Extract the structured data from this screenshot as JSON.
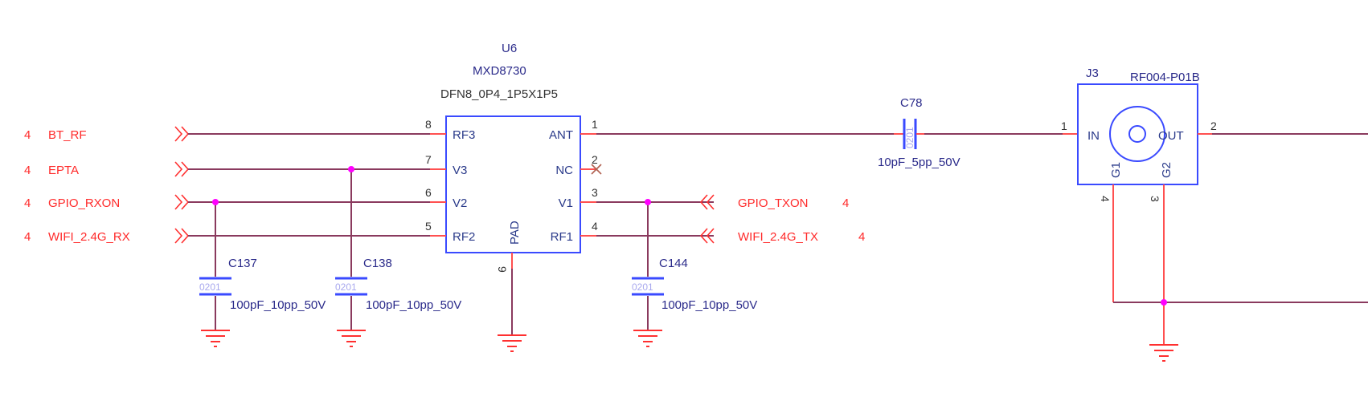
{
  "chip": {
    "ref": "U6",
    "part": "MXD8730",
    "package": "DFN8_0P4_1P5X1P5",
    "pins_left": [
      {
        "num": "8",
        "name": "RF3"
      },
      {
        "num": "7",
        "name": "V3"
      },
      {
        "num": "6",
        "name": "V2"
      },
      {
        "num": "5",
        "name": "RF2"
      }
    ],
    "pins_right": [
      {
        "num": "1",
        "name": "ANT"
      },
      {
        "num": "2",
        "name": "NC"
      },
      {
        "num": "3",
        "name": "V1"
      },
      {
        "num": "4",
        "name": "RF1"
      }
    ],
    "pad": {
      "num": "9",
      "name": "PAD"
    }
  },
  "nets_left": [
    {
      "sheet": "4",
      "name": "BT_RF"
    },
    {
      "sheet": "4",
      "name": "EPTA"
    },
    {
      "sheet": "4",
      "name": "GPIO_RXON"
    },
    {
      "sheet": "4",
      "name": "WIFI_2.4G_RX"
    }
  ],
  "nets_right": [
    {
      "sheet": "4",
      "name": "GPIO_TXON"
    },
    {
      "sheet": "4",
      "name": "WIFI_2.4G_TX"
    }
  ],
  "caps": [
    {
      "ref": "C137",
      "size": "0201",
      "value": "100pF_10pp_50V"
    },
    {
      "ref": "C138",
      "size": "0201",
      "value": "100pF_10pp_50V"
    },
    {
      "ref": "C144",
      "size": "0201",
      "value": "100pF_10pp_50V"
    },
    {
      "ref": "C78",
      "size": "0201",
      "value": "10pF_5pp_50V"
    }
  ],
  "connector": {
    "ref": "J3",
    "part": "RF004-P01B",
    "pin_in": {
      "num": "1",
      "name": "IN"
    },
    "pin_out": {
      "num": "2",
      "name": "OUT"
    },
    "pin_g1": {
      "num": "4",
      "name": "G1"
    },
    "pin_g2": {
      "num": "3",
      "name": "G2"
    }
  },
  "colors": {
    "net_label": "#ff2a2a",
    "wire": "#8a3a5e",
    "body": "#3a4aff",
    "junction": "#ff00ff"
  }
}
